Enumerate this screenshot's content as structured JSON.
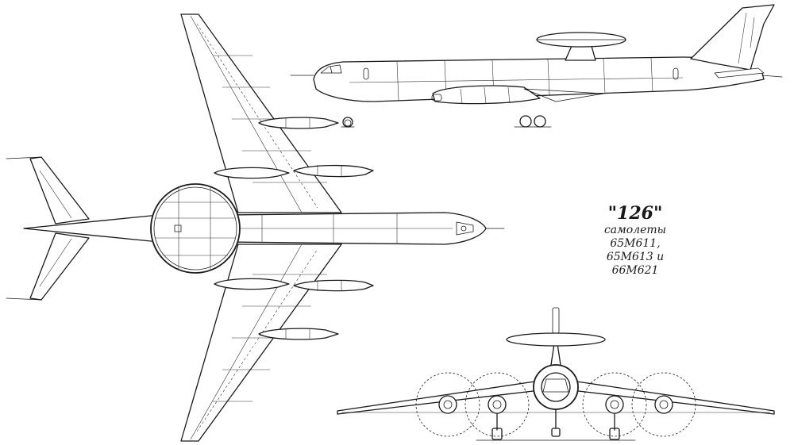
{
  "caption": {
    "title": "\"126\"",
    "lines": [
      "самолеты",
      "65М611,",
      "65М613 и",
      "66М621"
    ]
  },
  "views": {
    "side": "side-view",
    "top": "top-view",
    "front": "front-view"
  },
  "colors": {
    "ink": "#1a1a1a",
    "paper": "#ffffff"
  }
}
